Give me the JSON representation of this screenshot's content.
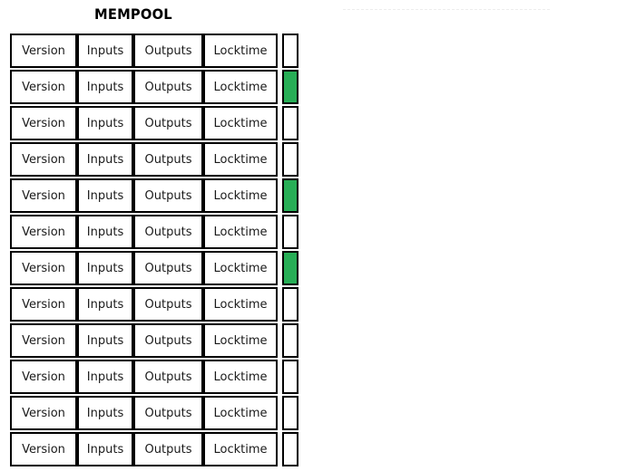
{
  "page": {
    "title": "MEMPOOL",
    "background_color": "#ffffff"
  },
  "decorations": {
    "faint_rule": {
      "name": "dashed-rule",
      "color": "#ececec",
      "style": "dashed"
    }
  },
  "table": {
    "columns": [
      {
        "key": "version",
        "label": "Version"
      },
      {
        "key": "inputs",
        "label": "Inputs"
      },
      {
        "key": "outputs",
        "label": "Outputs"
      },
      {
        "key": "locktime",
        "label": "Locktime"
      },
      {
        "key": "status",
        "label": ""
      }
    ],
    "status_colors": {
      "confirmed": "#27ae56",
      "pending": "#ffffff"
    },
    "row_count": 12,
    "rows": [
      {
        "version": "Version",
        "inputs": "Inputs",
        "outputs": "Outputs",
        "locktime": "Locktime",
        "status": "pending"
      },
      {
        "version": "Version",
        "inputs": "Inputs",
        "outputs": "Outputs",
        "locktime": "Locktime",
        "status": "confirmed"
      },
      {
        "version": "Version",
        "inputs": "Inputs",
        "outputs": "Outputs",
        "locktime": "Locktime",
        "status": "pending"
      },
      {
        "version": "Version",
        "inputs": "Inputs",
        "outputs": "Outputs",
        "locktime": "Locktime",
        "status": "pending"
      },
      {
        "version": "Version",
        "inputs": "Inputs",
        "outputs": "Outputs",
        "locktime": "Locktime",
        "status": "confirmed"
      },
      {
        "version": "Version",
        "inputs": "Inputs",
        "outputs": "Outputs",
        "locktime": "Locktime",
        "status": "pending"
      },
      {
        "version": "Version",
        "inputs": "Inputs",
        "outputs": "Outputs",
        "locktime": "Locktime",
        "status": "confirmed"
      },
      {
        "version": "Version",
        "inputs": "Inputs",
        "outputs": "Outputs",
        "locktime": "Locktime",
        "status": "pending"
      },
      {
        "version": "Version",
        "inputs": "Inputs",
        "outputs": "Outputs",
        "locktime": "Locktime",
        "status": "pending"
      },
      {
        "version": "Version",
        "inputs": "Inputs",
        "outputs": "Outputs",
        "locktime": "Locktime",
        "status": "pending"
      },
      {
        "version": "Version",
        "inputs": "Inputs",
        "outputs": "Outputs",
        "locktime": "Locktime",
        "status": "pending"
      },
      {
        "version": "Version",
        "inputs": "Inputs",
        "outputs": "Outputs",
        "locktime": "Locktime",
        "status": "pending"
      }
    ]
  }
}
